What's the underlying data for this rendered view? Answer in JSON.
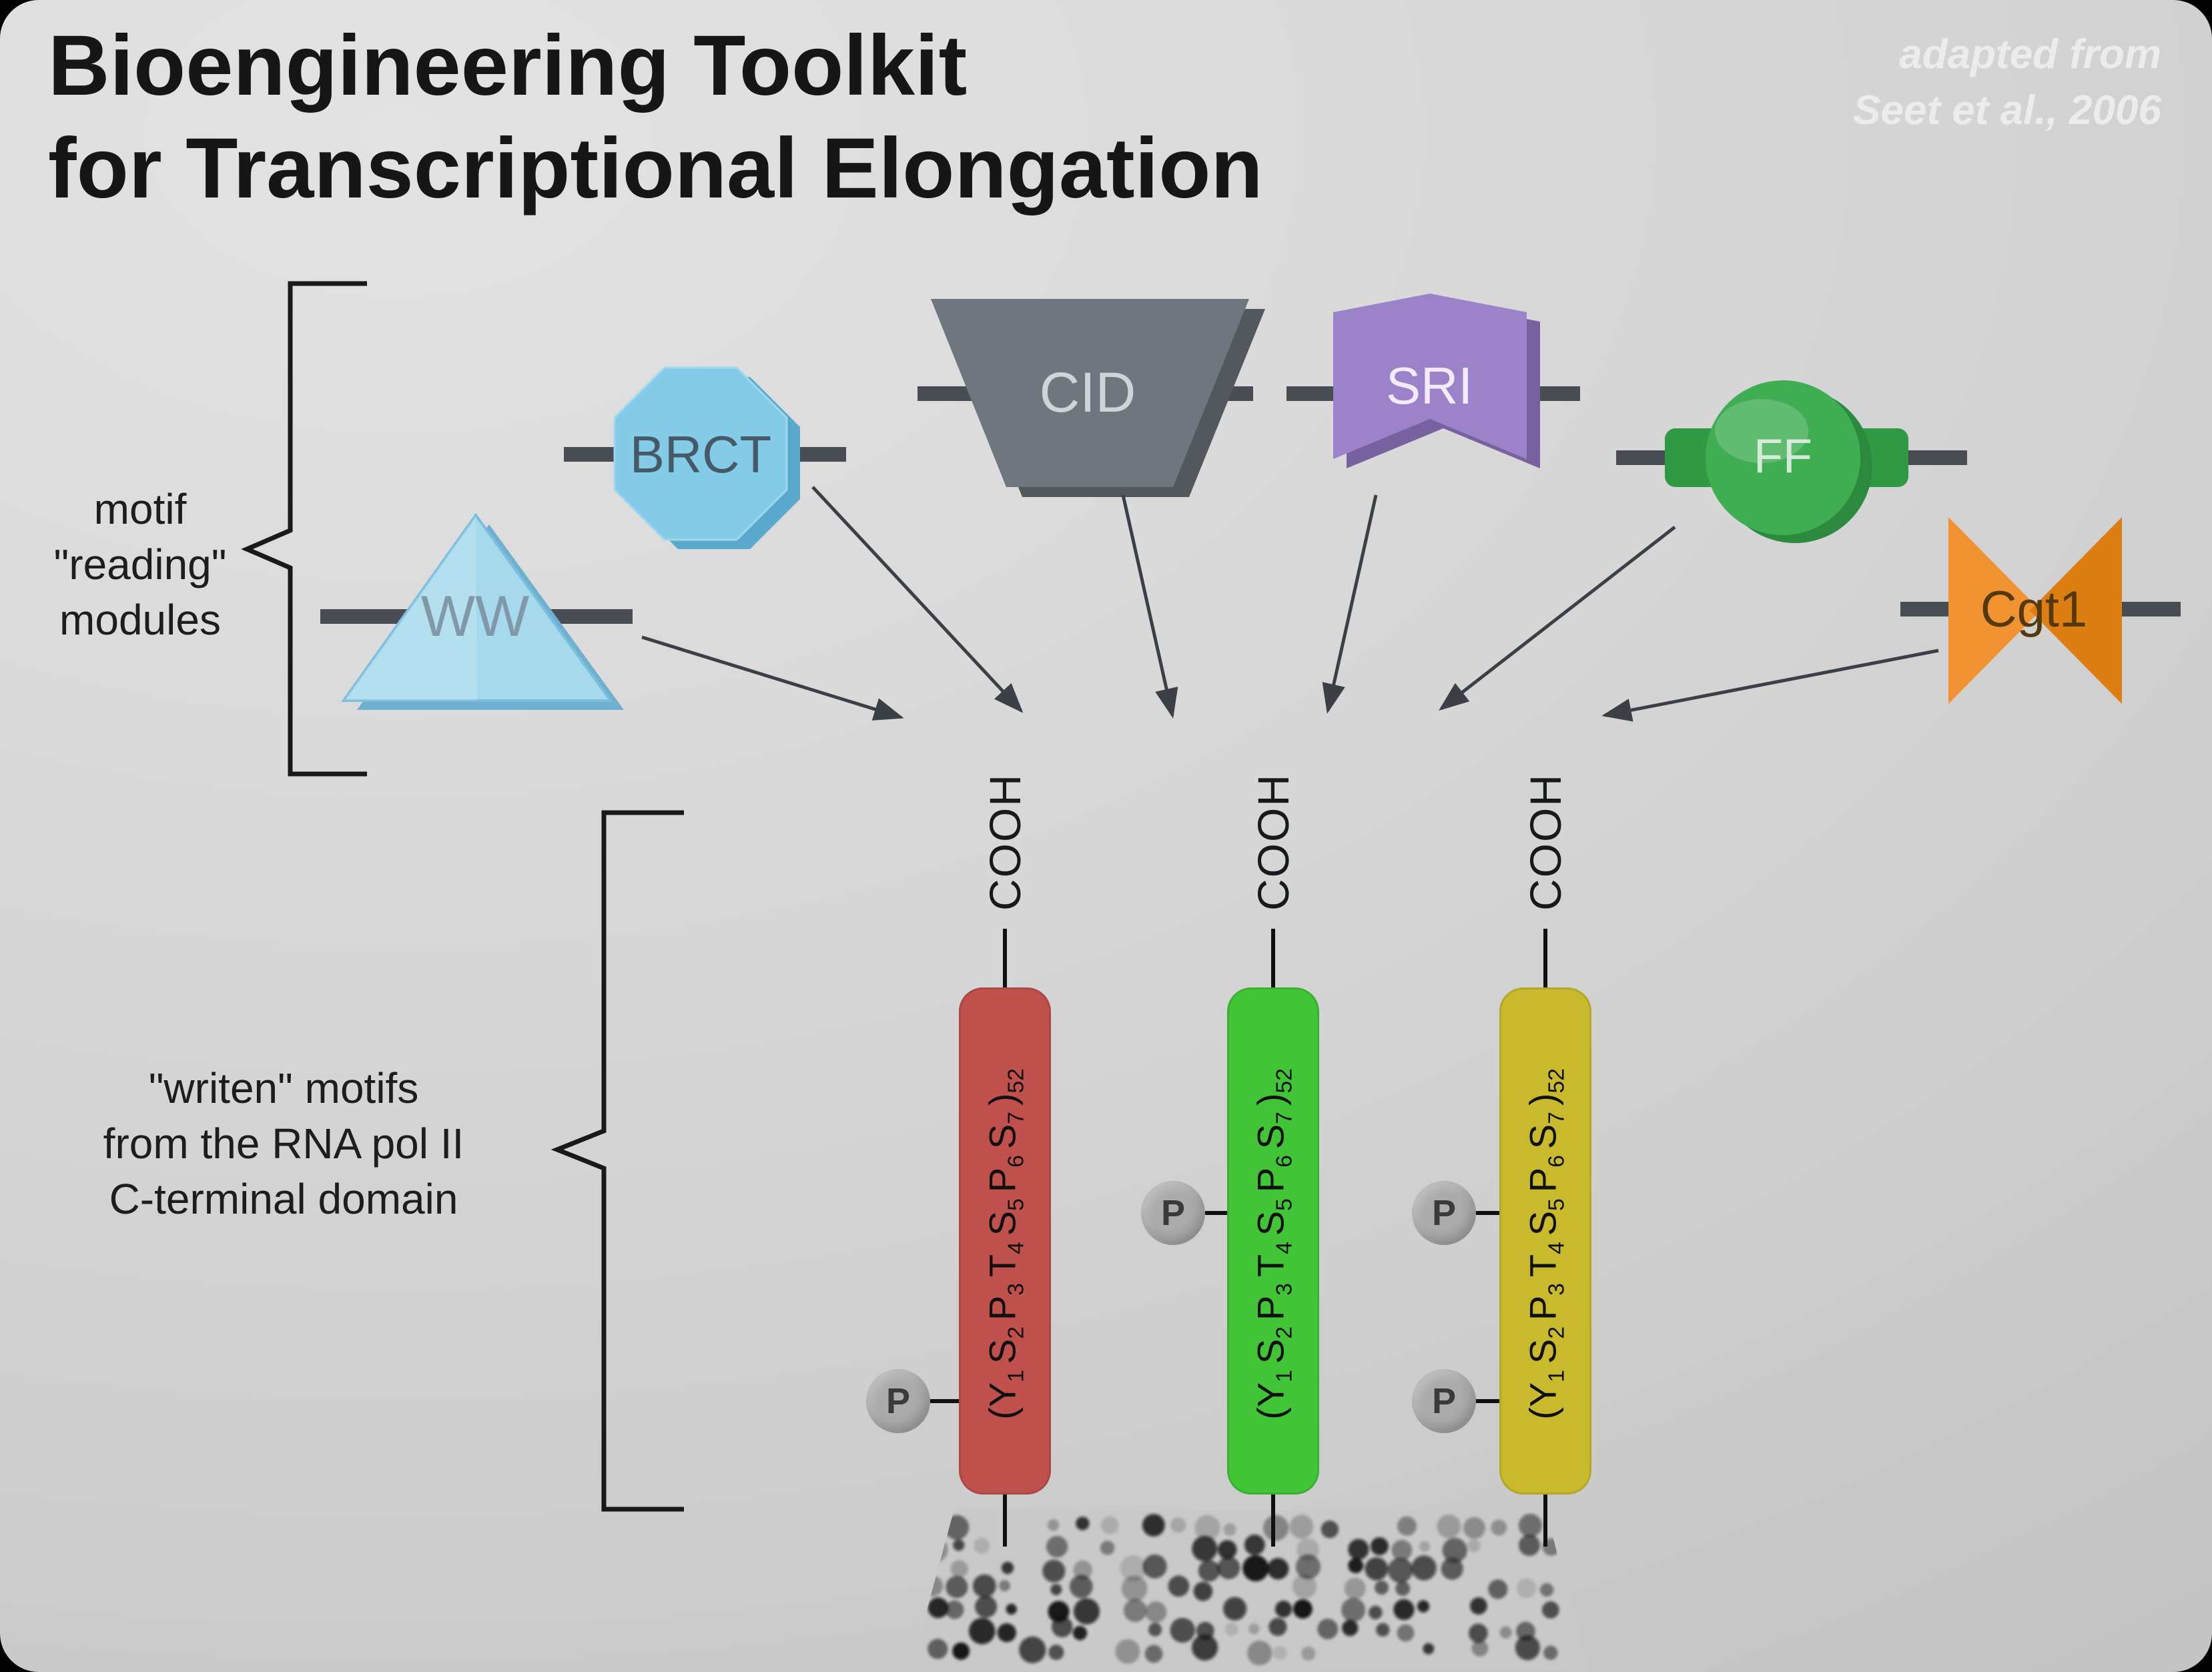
{
  "title": {
    "line1": "Bioengineering Toolkit",
    "line2": "for Transcriptional Elongation"
  },
  "attribution": {
    "line1": "adapted from",
    "line2": "Seet et al., 2006"
  },
  "labels": {
    "reading": {
      "line1": "motif",
      "line2": "\"reading\"",
      "line3": "modules"
    },
    "written": {
      "line1": "\"writen\" motifs",
      "line2": "from the RNA pol II",
      "line3": "C-terminal domain"
    }
  },
  "modules": [
    {
      "id": "ww",
      "label": "WW",
      "shape": "triangle",
      "color": "#a6d9ec"
    },
    {
      "id": "brct",
      "label": "BRCT",
      "shape": "octagon",
      "color": "#84cbe8"
    },
    {
      "id": "cid",
      "label": "CID",
      "shape": "trapezoid",
      "color": "#6f767d"
    },
    {
      "id": "sri",
      "label": "SRI",
      "shape": "banner",
      "color": "#9b82c9"
    },
    {
      "id": "ff",
      "label": "FF",
      "shape": "circle",
      "color": "#3fae52"
    },
    {
      "id": "cgt1",
      "label": "Cgt1",
      "shape": "bowtie",
      "color": "#f09330"
    }
  ],
  "ctd": {
    "cooh_label": "COOH",
    "phospho_label": "P",
    "phospho_color": "#ababab",
    "motif_parts": [
      [
        "(Y",
        "1"
      ],
      [
        "S",
        "2"
      ],
      [
        "P",
        "3"
      ],
      [
        "T",
        "4"
      ],
      [
        "S",
        "5"
      ],
      [
        "P",
        "6"
      ],
      [
        "S",
        "7"
      ],
      [
        ")",
        "52"
      ]
    ],
    "bars": [
      {
        "id": "red",
        "color": "#bf504c",
        "phosphosites": 1
      },
      {
        "id": "green",
        "color": "#41c436",
        "phosphosites": 1
      },
      {
        "id": "yellow",
        "color": "#c8ba2c",
        "phosphosites": 2
      }
    ]
  }
}
